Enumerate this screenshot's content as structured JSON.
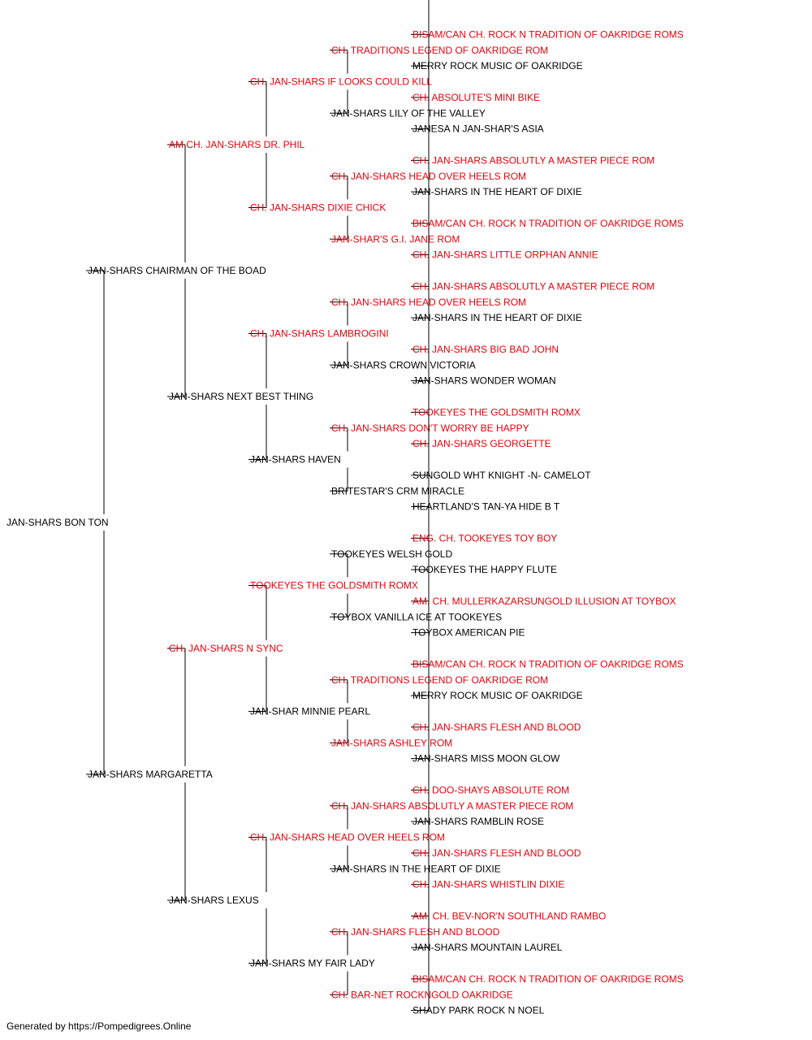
{
  "colors": {
    "champion": "#e8000b",
    "regular": "#000000",
    "line": "#000000"
  },
  "pedigree": {
    "name": "JAN-SHARS BON TON",
    "champion": false,
    "sire": {
      "name": "JAN-SHARS CHAIRMAN OF THE BOAD",
      "champion": false,
      "sire": {
        "name": "AM CH. JAN-SHARS DR. PHIL",
        "champion": true,
        "sire": {
          "name": "CH. JAN-SHARS IF LOOKS COULD KILL",
          "champion": true,
          "sire": {
            "name": "CH. TRADITIONS LEGEND OF OAKRIDGE ROM",
            "champion": true,
            "sire": {
              "name": "BISAM/CAN CH. ROCK N TRADITION OF OAKRIDGE ROMS",
              "champion": true
            },
            "dam": {
              "name": "MERRY ROCK MUSIC OF OAKRIDGE",
              "champion": false
            }
          },
          "dam": {
            "name": "JAN-SHARS LILY OF THE VALLEY",
            "champion": false,
            "sire": {
              "name": "CH. ABSOLUTE'S MINI BIKE",
              "champion": true
            },
            "dam": {
              "name": "JANESA N JAN-SHAR'S ASIA",
              "champion": false
            }
          }
        },
        "dam": {
          "name": "CH. JAN-SHARS DIXIE CHICK",
          "champion": true,
          "sire": {
            "name": "CH. JAN-SHARS HEAD OVER HEELS ROM",
            "champion": true,
            "sire": {
              "name": "CH. JAN-SHARS ABSOLUTLY A MASTER PIECE ROM",
              "champion": true
            },
            "dam": {
              "name": "JAN-SHARS IN THE HEART OF DIXIE",
              "champion": false
            }
          },
          "dam": {
            "name": "JAN-SHAR'S G.I. JANE ROM",
            "champion": true,
            "sire": {
              "name": "BISAM/CAN CH. ROCK N TRADITION OF OAKRIDGE ROMS",
              "champion": true
            },
            "dam": {
              "name": "CH. JAN-SHARS LITTLE ORPHAN ANNIE",
              "champion": true
            }
          }
        }
      },
      "dam": {
        "name": "JAN-SHARS NEXT BEST THING",
        "champion": false,
        "sire": {
          "name": "CH. JAN-SHARS LAMBROGINI",
          "champion": true,
          "sire": {
            "name": "CH. JAN-SHARS HEAD OVER HEELS ROM",
            "champion": true,
            "sire": {
              "name": "CH. JAN-SHARS ABSOLUTLY A MASTER PIECE ROM",
              "champion": true
            },
            "dam": {
              "name": "JAN-SHARS IN THE HEART OF DIXIE",
              "champion": false
            }
          },
          "dam": {
            "name": "JAN-SHARS CROWN VICTORIA",
            "champion": false,
            "sire": {
              "name": "CH. JAN-SHARS BIG BAD JOHN",
              "champion": true
            },
            "dam": {
              "name": "JAN-SHARS WONDER WOMAN",
              "champion": false
            }
          }
        },
        "dam": {
          "name": "JAN-SHARS HAVEN",
          "champion": false,
          "sire": {
            "name": "CH. JAN-SHARS DON'T WORRY BE HAPPY",
            "champion": true,
            "sire": {
              "name": "TOOKEYES THE GOLDSMITH ROMX",
              "champion": true
            },
            "dam": {
              "name": "CH. JAN-SHARS GEORGETTE",
              "champion": true
            }
          },
          "dam": {
            "name": "BRITESTAR'S CRM MIRACLE",
            "champion": false,
            "sire": {
              "name": "SUNGOLD WHT KNIGHT -N- CAMELOT",
              "champion": false
            },
            "dam": {
              "name": "HEARTLAND'S TAN-YA HIDE B T",
              "champion": false
            }
          }
        }
      }
    },
    "dam": {
      "name": "JAN-SHARS MARGARETTA",
      "champion": false,
      "sire": {
        "name": "CH. JAN-SHARS N SYNC",
        "champion": true,
        "sire": {
          "name": "TOOKEYES THE GOLDSMITH ROMX",
          "champion": true,
          "sire": {
            "name": "TOOKEYES WELSH GOLD",
            "champion": false,
            "sire": {
              "name": "ENG. CH. TOOKEYES TOY BOY",
              "champion": true
            },
            "dam": {
              "name": "TOOKEYES THE HAPPY FLUTE",
              "champion": false
            }
          },
          "dam": {
            "name": "TOYBOX VANILLA ICE AT TOOKEYES",
            "champion": false,
            "sire": {
              "name": "AM. CH. MULLERKAZARSUNGOLD ILLUSION AT TOYBOX",
              "champion": true
            },
            "dam": {
              "name": "TOYBOX AMERICAN PIE",
              "champion": false
            }
          }
        },
        "dam": {
          "name": "JAN-SHAR MINNIE PEARL",
          "champion": false,
          "sire": {
            "name": "CH. TRADITIONS LEGEND OF OAKRIDGE ROM",
            "champion": true,
            "sire": {
              "name": "BISAM/CAN CH. ROCK N TRADITION OF OAKRIDGE ROMS",
              "champion": true
            },
            "dam": {
              "name": "MERRY ROCK MUSIC OF OAKRIDGE",
              "champion": false
            }
          },
          "dam": {
            "name": "JAN-SHARS ASHLEY ROM",
            "champion": true,
            "sire": {
              "name": "CH. JAN-SHARS FLESH AND BLOOD",
              "champion": true
            },
            "dam": {
              "name": "JAN-SHARS MISS MOON GLOW",
              "champion": false
            }
          }
        }
      },
      "dam": {
        "name": "JAN-SHARS LEXUS",
        "champion": false,
        "sire": {
          "name": "CH. JAN-SHARS HEAD OVER HEELS ROM",
          "champion": true,
          "sire": {
            "name": "CH. JAN-SHARS ABSOLUTLY A MASTER PIECE ROM",
            "champion": true,
            "sire": {
              "name": "CH. DOO-SHAYS ABSOLUTE ROM",
              "champion": true
            },
            "dam": {
              "name": "JAN-SHARS RAMBLIN ROSE",
              "champion": false
            }
          },
          "dam": {
            "name": "JAN-SHARS IN THE HEART OF DIXIE",
            "champion": false,
            "sire": {
              "name": "CH. JAN-SHARS FLESH AND BLOOD",
              "champion": true
            },
            "dam": {
              "name": "CH. JAN-SHARS WHISTLIN DIXIE",
              "champion": true
            }
          }
        },
        "dam": {
          "name": "JAN-SHARS MY FAIR LADY",
          "champion": false,
          "sire": {
            "name": "CH. JAN-SHARS FLESH AND BLOOD",
            "champion": true,
            "sire": {
              "name": "AM. CH. BEV-NOR'N SOUTHLAND RAMBO",
              "champion": true
            },
            "dam": {
              "name": "JAN-SHARS MOUNTAIN LAUREL",
              "champion": false
            }
          },
          "dam": {
            "name": "CH. BAR-NET ROCKNGOLD OAKRIDGE",
            "champion": true,
            "sire": {
              "name": "BISAM/CAN CH. ROCK N TRADITION OF OAKRIDGE ROMS",
              "champion": true
            },
            "dam": {
              "name": "SHADY PARK ROCK N NOEL",
              "champion": false
            }
          }
        }
      }
    }
  },
  "footer": {
    "text": "Generated by https://Pompedigrees.Online"
  }
}
